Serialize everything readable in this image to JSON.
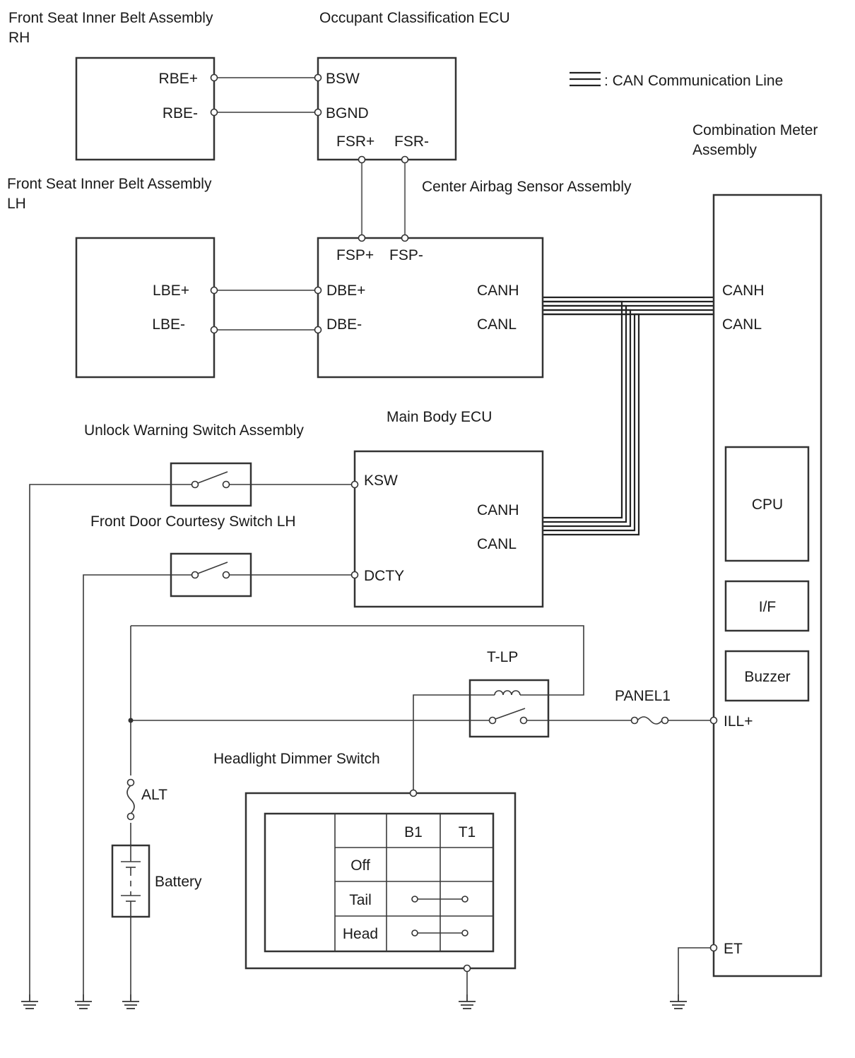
{
  "legend": {
    "text": ": CAN Communication Line"
  },
  "components": {
    "belt_rh": {
      "title_line1": "Front Seat Inner Belt Assembly",
      "title_line2": "RH",
      "pin_plus": "RBE+",
      "pin_minus": "RBE-"
    },
    "belt_lh": {
      "title_line1": "Front Seat Inner Belt Assembly",
      "title_line2": "LH",
      "pin_plus": "LBE+",
      "pin_minus": "LBE-"
    },
    "occupant_ecu": {
      "title": "Occupant Classification ECU",
      "pin_bsw": "BSW",
      "pin_bgnd": "BGND",
      "pin_fsr_plus": "FSR+",
      "pin_fsr_minus": "FSR-"
    },
    "airbag_sensor": {
      "title": "Center Airbag Sensor Assembly",
      "pin_fsp_plus": "FSP+",
      "pin_fsp_minus": "FSP-",
      "pin_dbe_plus": "DBE+",
      "pin_dbe_minus": "DBE-",
      "pin_canh": "CANH",
      "pin_canl": "CANL"
    },
    "combination_meter": {
      "title_line1": "Combination Meter",
      "title_line2": "Assembly",
      "pin_canh": "CANH",
      "pin_canl": "CANL",
      "pin_ill": "ILL+",
      "pin_et": "ET",
      "cpu": "CPU",
      "interface": "I/F",
      "buzzer": "Buzzer"
    },
    "main_body_ecu": {
      "title": "Main Body ECU",
      "pin_ksw": "KSW",
      "pin_canh": "CANH",
      "pin_canl": "CANL",
      "pin_dcty": "DCTY"
    },
    "unlock_switch": {
      "title": "Unlock Warning Switch Assembly"
    },
    "door_switch": {
      "title": "Front Door Courtesy Switch LH"
    },
    "relay": {
      "title": "T-LP"
    },
    "fuse_panel": {
      "title": "PANEL1"
    },
    "fuse_alt": {
      "title": "ALT"
    },
    "battery": {
      "title": "Battery"
    },
    "dimmer_switch": {
      "title": "Headlight Dimmer Switch",
      "columns": [
        "B1",
        "T1"
      ],
      "rows": [
        "Off",
        "Tail",
        "Head"
      ]
    }
  }
}
